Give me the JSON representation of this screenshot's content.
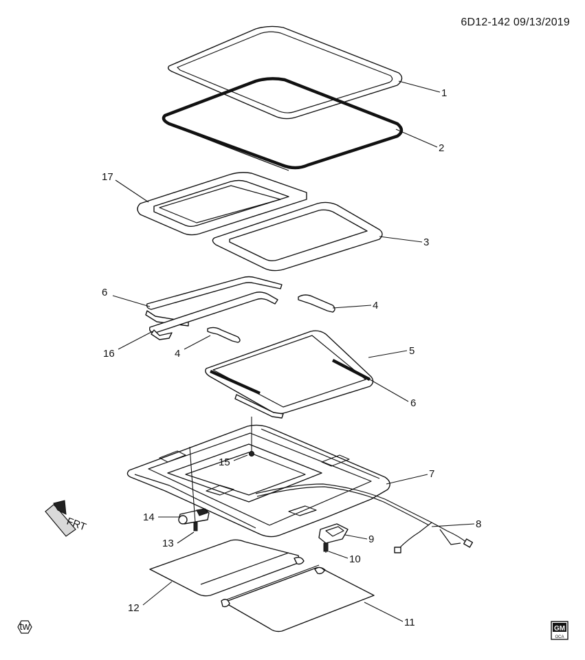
{
  "header": {
    "diagram_id": "6D12-142",
    "date": "09/13/2019"
  },
  "callouts": {
    "c1": "1",
    "c2": "2",
    "c3": "3",
    "c4a": "4",
    "c4b": "4",
    "c5": "5",
    "c6a": "6",
    "c6b": "6",
    "c7": "7",
    "c8": "8",
    "c9": "9",
    "c10": "10",
    "c11": "11",
    "c12": "12",
    "c13": "13",
    "c14": "14",
    "c15": "15",
    "c16": "16",
    "c17": "17"
  },
  "direction": {
    "label": "FRT"
  },
  "badges": {
    "left_badge": "tw",
    "logo_top": "GM",
    "logo_bottom": "OCA"
  }
}
